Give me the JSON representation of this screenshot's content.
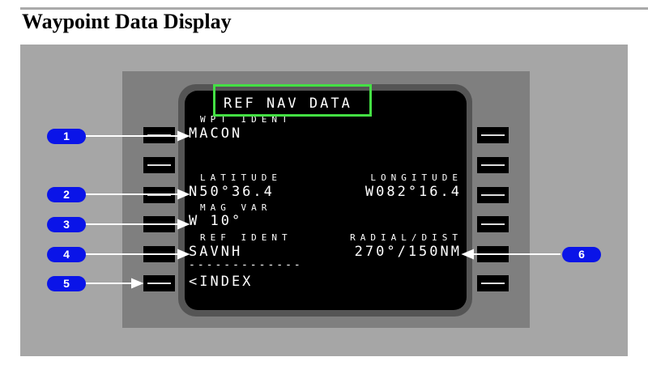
{
  "title": "Waypoint Data Display",
  "cdu": {
    "page_title": "REF NAV DATA",
    "wpt_ident_label": "WPT IDENT",
    "wpt_ident": "MACON",
    "latitude_label": "LATITUDE",
    "latitude": "N50°36.4",
    "longitude_label": "LONGITUDE",
    "longitude": "W082°16.4",
    "mag_var_label": "MAG VAR",
    "mag_var": "W 10°",
    "ref_ident_label": "REF IDENT",
    "ref_ident": "SAVNH",
    "radial_dist_label": "RADIAL/DIST",
    "radial_dist": "270°/150NM",
    "separator": "-------------",
    "index": "<INDEX"
  },
  "callouts": [
    "1",
    "2",
    "3",
    "4",
    "5",
    "6"
  ],
  "colors": {
    "highlight": "#44e044",
    "callout": "#0a14e8"
  }
}
